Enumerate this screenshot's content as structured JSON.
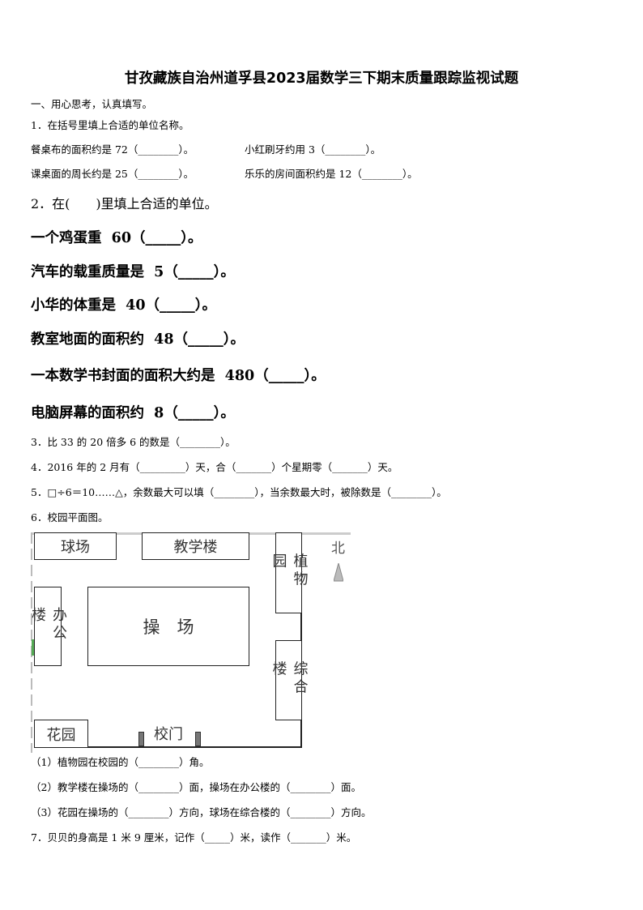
{
  "title": "甘孜藏族自治州道孚县2023届数学三下期末质量跟踪监视试题",
  "section1": "一、用心思考，认真填写。",
  "q1": {
    "stem": "1．在括号里填上合适的单位名称。",
    "a": "餐桌布的面积约是 72（________）。",
    "b": "小红刷牙约用 3（________）。",
    "c": "课桌面的周长约是 25（________）。",
    "d": "乐乐的房间面积约是 12（________）。"
  },
  "q2": {
    "stem": "2．在(　　)里填上合适的单位。",
    "items": [
      "一个鸡蛋重  60（_____）。",
      "汽车的载重质量是  5（_____）。",
      "小华的体重是  40（_____）。",
      "教室地面的面积约  48（_____）。",
      "一本数学书封面的面积大约是  480（_____）。",
      "电脑屏幕的面积约  8（_____）。"
    ]
  },
  "q3": "3．比 33 的 20 倍多 6 的数是（________）。",
  "q4": "4．2016 年的 2 月有（_________）天，合（_______）个星期零（_______）天。",
  "q5": "5．□÷6＝10……△，余数最大可以填（________），当余数最大时，被除数是（________）。",
  "q6": {
    "stem": "6．校园平面图。",
    "map": {
      "ballcourt": "球场",
      "teaching": "教学楼",
      "botanical": "植物园",
      "north": "北",
      "office": "办公楼",
      "playground": "操　场",
      "complex": "综合楼",
      "garden": "花园",
      "gate": "校门"
    },
    "sub1": "（1）植物园在校园的（________）角。",
    "sub2": "（2）教学楼在操场的（________）面，操场在办公楼的（________）面。",
    "sub3": "（3）花园在操场的（________）方向，球场在综合楼的（________）方向。"
  },
  "q7": "7．贝贝的身高是 1 米 9 厘米，记作（_____）米，读作（_______）米。"
}
